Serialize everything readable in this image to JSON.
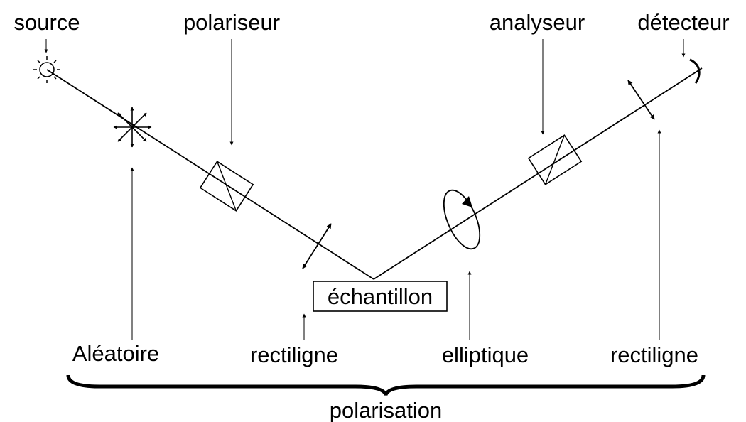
{
  "labels": {
    "source": "source",
    "polariseur": "polariseur",
    "analyseur": "analyseur",
    "detecteur": "détecteur",
    "echantillon": "échantillon",
    "aleatoire": "Aléatoire",
    "rectiligne_left": "rectiligne",
    "elliptique": "elliptique",
    "rectiligne_right": "rectiligne",
    "polarisation": "polarisation"
  },
  "colors": {
    "ink": "#000000",
    "background": "#ffffff"
  }
}
